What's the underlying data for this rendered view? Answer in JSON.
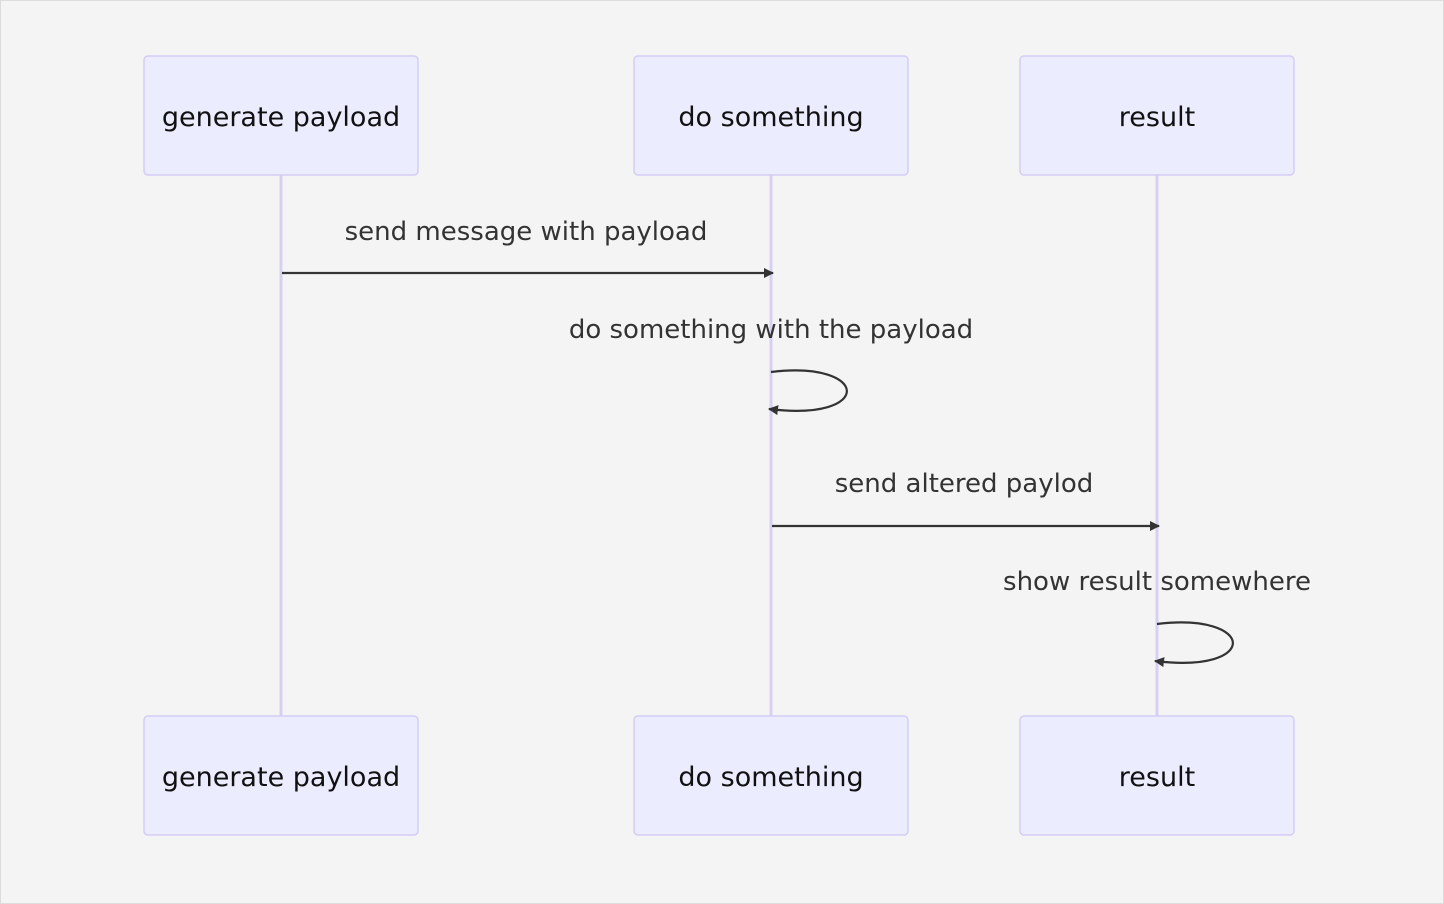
{
  "participants": [
    {
      "id": "gen",
      "label": "generate payload"
    },
    {
      "id": "doit",
      "label": "do something"
    },
    {
      "id": "res",
      "label": "result"
    }
  ],
  "messages": [
    {
      "from": "gen",
      "to": "doit",
      "label": "send message with payload"
    },
    {
      "from": "doit",
      "to": "doit",
      "label": "do something with the payload"
    },
    {
      "from": "doit",
      "to": "res",
      "label": "send altered paylod"
    },
    {
      "from": "res",
      "to": "res",
      "label": "show result somewhere"
    }
  ],
  "colors": {
    "background": "#f4f4f4",
    "actor_fill": "#ececff",
    "actor_stroke": "#d3cdf5",
    "lifeline": "#d8d0f3",
    "message": "#333333"
  }
}
